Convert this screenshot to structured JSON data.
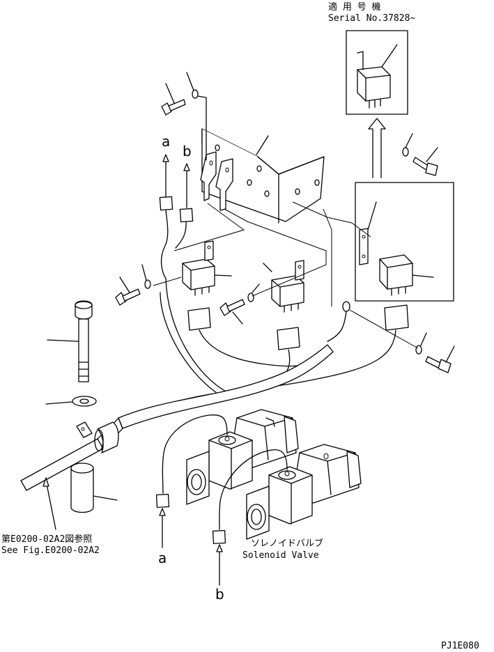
{
  "labels": {
    "applicable_serial_jp": "適 用 号 機",
    "serial_no": "Serial No.37828~",
    "ref_jp": "第E0200-02A2図参照",
    "ref_en": "See Fig.E0200-02A2",
    "solenoid_jp": "ソレノイドバルブ",
    "solenoid_en": "Solenoid Valve",
    "connector_a_top": "a",
    "connector_b_top": "b",
    "connector_a_bottom": "a",
    "connector_b_bottom": "b",
    "drawing_code": "PJ1E080"
  }
}
